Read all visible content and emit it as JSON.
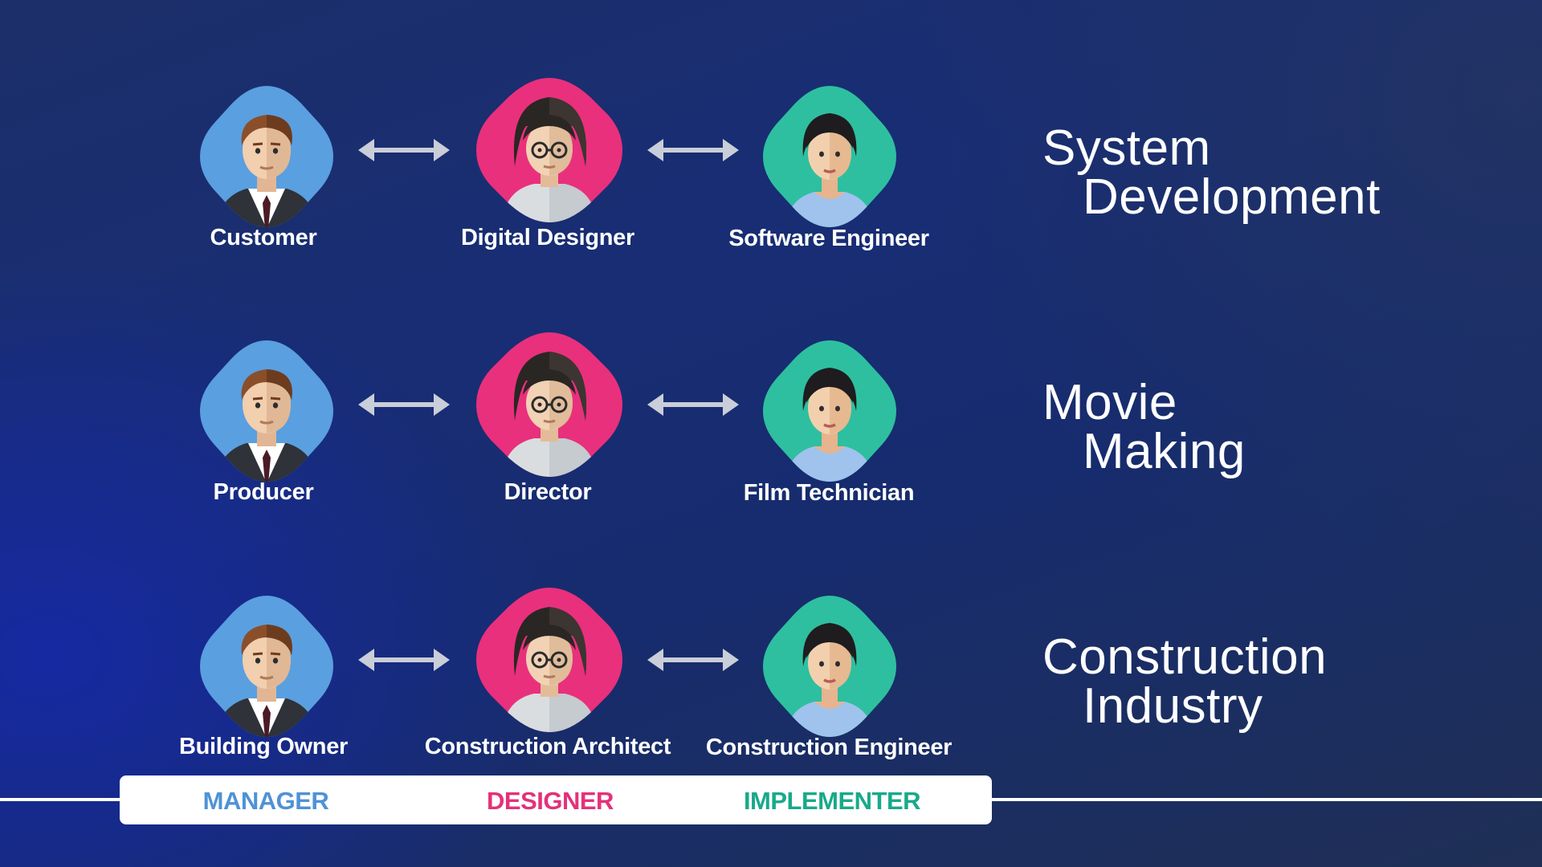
{
  "colors": {
    "manager": "#4f92d6",
    "designer": "#e3317a",
    "implementer": "#19a98a"
  },
  "rows": [
    {
      "title_line1": "System",
      "title_line2": "Development",
      "manager": "Customer",
      "designer": "Digital Designer",
      "implementer": "Software Engineer"
    },
    {
      "title_line1": "Movie",
      "title_line2": "Making",
      "manager": "Producer",
      "designer": "Director",
      "implementer": "Film Technician"
    },
    {
      "title_line1": "Construction",
      "title_line2": "Industry",
      "manager": "Building Owner",
      "designer": "Construction Architect",
      "implementer": "Construction Engineer"
    }
  ],
  "legend": {
    "manager": "MANAGER",
    "designer": "DESIGNER",
    "implementer": "IMPLEMENTER"
  },
  "icons": {
    "manager": "businessman-avatar-icon",
    "designer": "designer-avatar-icon",
    "implementer": "woman-avatar-icon",
    "arrow": "double-arrow-icon"
  }
}
